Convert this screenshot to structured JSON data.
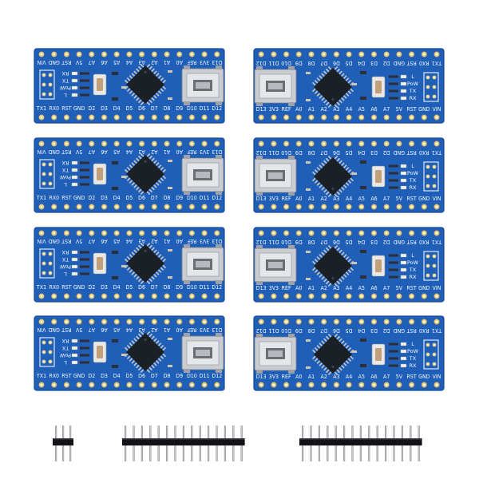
{
  "scene": {
    "background": "#ffffff",
    "board_color": "#1f5fb8",
    "board_edge": "#17489a",
    "pad_color": "#e6d08a",
    "chip_color": "#1b1f26",
    "usb_color": "#c9ccd1",
    "button_color": "#c2a07b"
  },
  "board": {
    "top_labels": [
      "VIN",
      "GND",
      "RST",
      "5V",
      "A7",
      "A6",
      "A5",
      "A4",
      "A3",
      "A2",
      "A1",
      "A0",
      "REF",
      "3V3",
      "D13"
    ],
    "bottom_labels": [
      "TX1",
      "RX0",
      "RST",
      "GND",
      "D2",
      "D3",
      "D4",
      "D5",
      "D6",
      "D7",
      "D8",
      "D9",
      "D10",
      "D11",
      "D12"
    ],
    "led_labels": [
      "L",
      "PoW",
      "TX",
      "RX"
    ]
  },
  "headers": [
    {
      "name": "header-3pin",
      "pins": 3
    },
    {
      "name": "header-15pin-a",
      "pins": 15
    },
    {
      "name": "header-15pin-b",
      "pins": 15
    }
  ]
}
